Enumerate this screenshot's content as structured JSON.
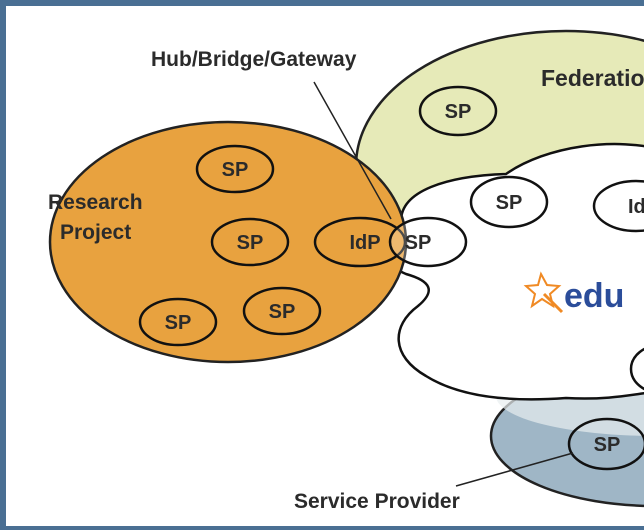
{
  "labels": {
    "hub": "Hub/Bridge/Gateway",
    "federation": "Federation",
    "research_line1": "Research",
    "research_line2": "Project",
    "service_provider": "Service Provider",
    "edugain": "edu"
  },
  "nodes": {
    "sp": "SP",
    "idp": "IdP"
  },
  "colors": {
    "background_frame": "#4a6f93",
    "research_project": "#e8a23f",
    "federation": "#e6eab8",
    "service_cloud": "#9fb6c6",
    "edugain_text": "#2b4d9a",
    "edugain_logo": "#f08a24",
    "stroke": "#111111"
  },
  "icons": {
    "edugain_logo": "star-key-icon"
  }
}
